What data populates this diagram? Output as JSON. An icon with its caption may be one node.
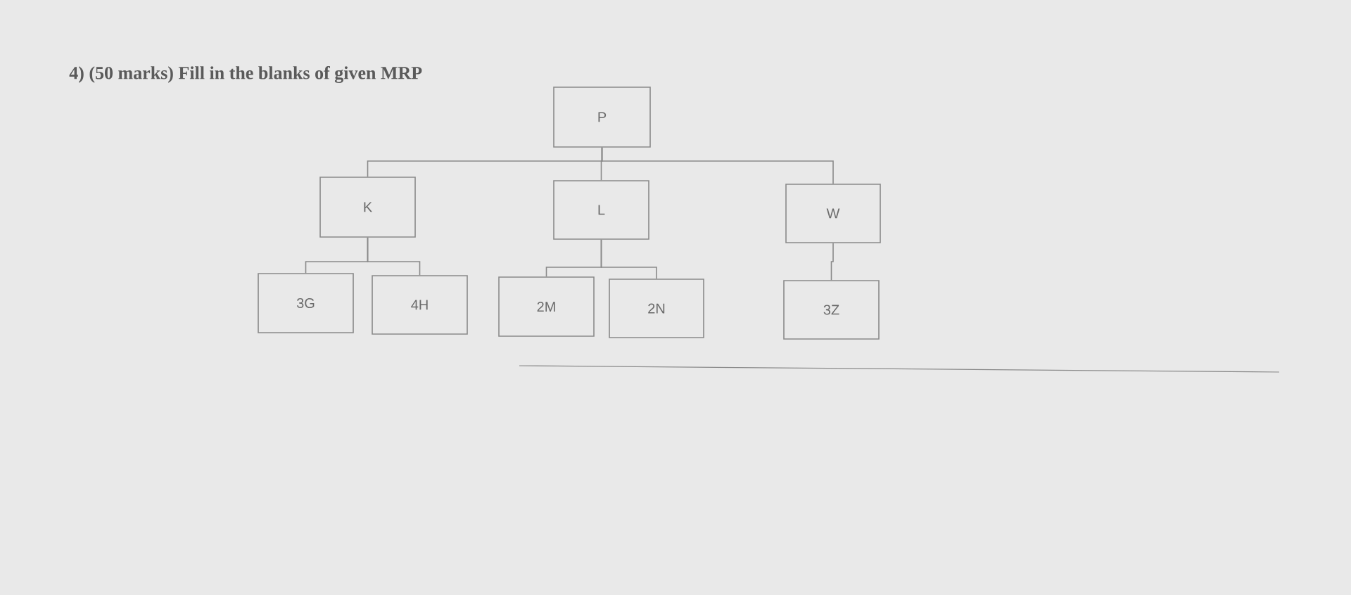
{
  "diagram": {
    "title": "4) (50 marks) Fill in the blanks of given MRP",
    "nodes": [
      {
        "text": [
          "P"
        ]
      },
      {
        "text": [
          "K"
        ]
      },
      {
        "text": [
          "L"
        ]
      },
      {
        "text": [
          "W"
        ]
      },
      {
        "text": [
          "3G"
        ]
      },
      {
        "text": [
          "4H"
        ]
      },
      {
        "text": [
          "2M"
        ]
      },
      {
        "text": [
          "2N"
        ]
      },
      {
        "text": [
          "3Z"
        ]
      }
    ],
    "edges": [
      {
        "from": 0,
        "to": 1,
        "arrow": "none"
      },
      {
        "from": 0,
        "to": 2,
        "arrow": "none"
      },
      {
        "from": 0,
        "to": 3,
        "arrow": "none"
      },
      {
        "from": 1,
        "to": 4,
        "arrow": "none"
      },
      {
        "from": 1,
        "to": 5,
        "arrow": "none"
      },
      {
        "from": 2,
        "to": 6,
        "arrow": "none"
      },
      {
        "from": 2,
        "to": 7,
        "arrow": "none"
      },
      {
        "from": 3,
        "to": 8,
        "arrow": "none"
      }
    ]
  }
}
